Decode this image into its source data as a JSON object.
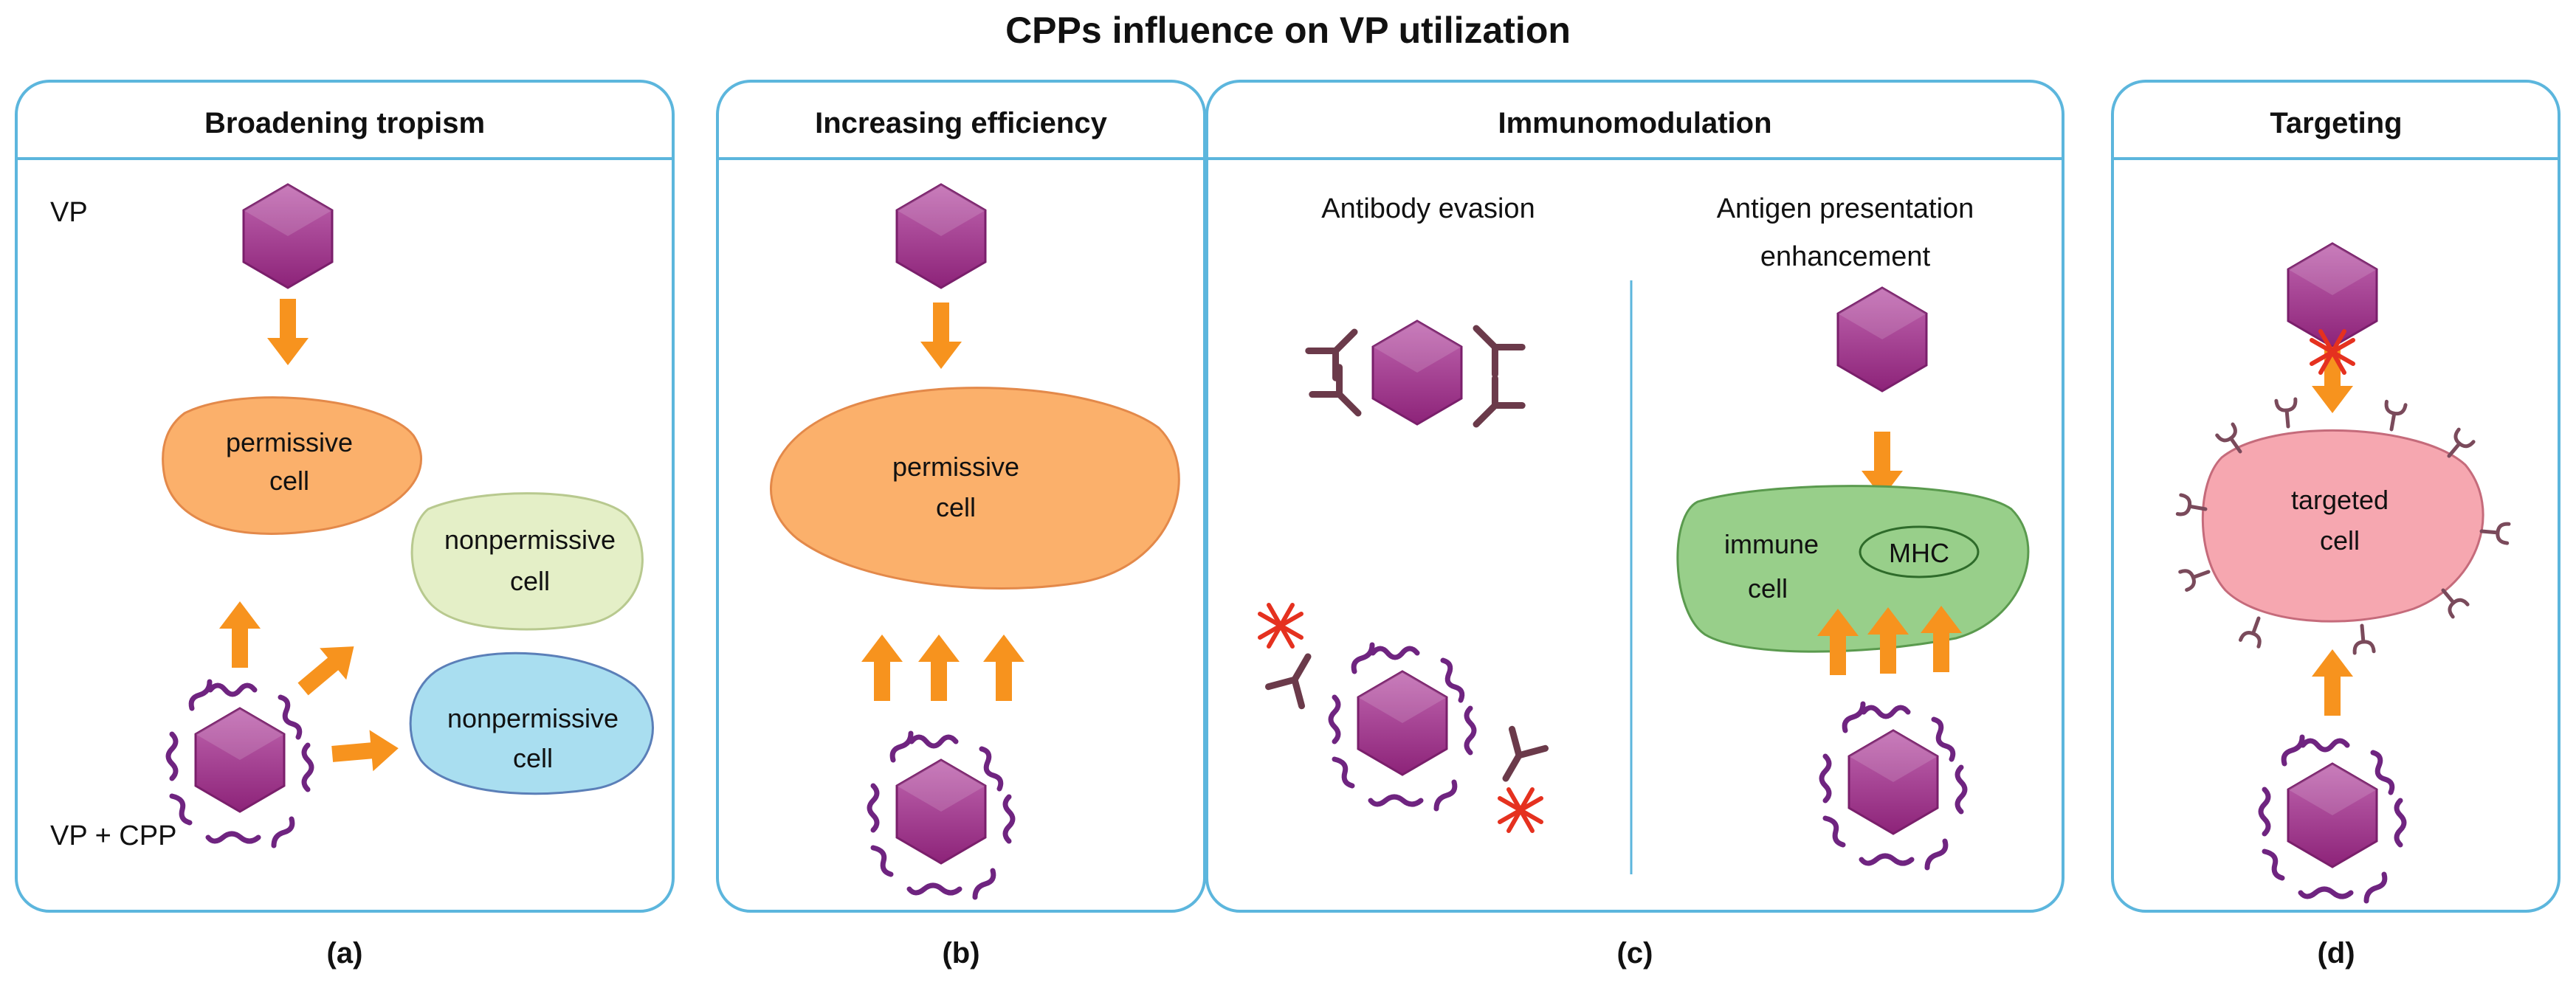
{
  "title": "CPPs influence on VP utilization",
  "panels": {
    "a": {
      "title": "Broadening tropism",
      "label": "(a)",
      "vp": "VP",
      "vp_cpp": "VP  + CPP",
      "cell_permissive": [
        "permissive",
        "cell"
      ],
      "cell_nonpermissive_1": [
        "nonpermissive",
        "cell"
      ],
      "cell_nonpermissive_2": [
        "nonpermissive",
        "cell"
      ]
    },
    "b": {
      "title": "Increasing efficiency",
      "label": "(b)",
      "cell_permissive": [
        "permissive",
        "cell"
      ]
    },
    "c": {
      "title": "Immunomodulation",
      "label": "(c)",
      "left_heading": "Antibody evasion",
      "right_heading": [
        "Antigen presentation",
        "enhancement"
      ],
      "immune_cell": [
        "immune",
        "cell"
      ],
      "mhc": "MHC"
    },
    "d": {
      "title": "Targeting",
      "label": "(d)",
      "cell_targeted": [
        "targeted",
        "cell"
      ]
    }
  },
  "colors": {
    "frame": "#5cb6dd",
    "vp": "#9b2f86",
    "cpp": "#6f2480",
    "arrow": "#f7931e",
    "permissive": "#fbb06b",
    "nonpermissive_green": "#e4efc7",
    "nonpermissive_blue": "#a9def0",
    "immune": "#98cf8a",
    "targeted": "#f6a7b0",
    "antibody": "#6b3a4a",
    "block": "#e5311f"
  }
}
